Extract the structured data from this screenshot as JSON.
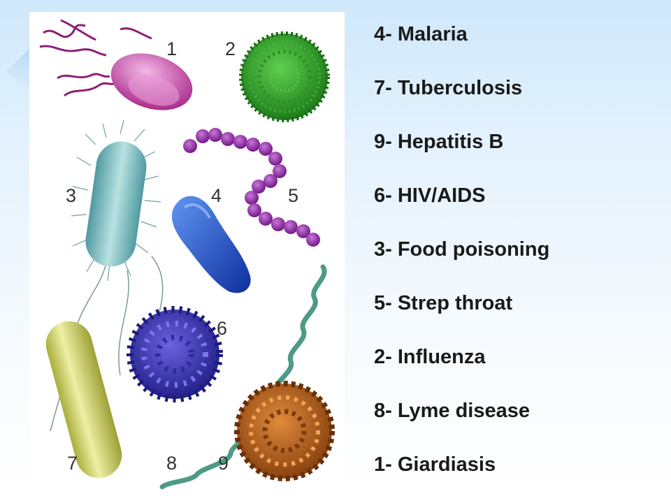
{
  "figure": {
    "numbers": [
      "1",
      "2",
      "3",
      "4",
      "5",
      "6",
      "7",
      "8",
      "9"
    ]
  },
  "legend": {
    "items": [
      "4- Malaria",
      "7- Tuberculosis",
      "9- Hepatitis B",
      "6- HIV/AIDS",
      "3- Food poisoning",
      "5- Strep throat",
      "2- Influenza",
      "8- Lyme disease",
      "1- Giardiasis"
    ]
  },
  "colors": {
    "giardia": "#c23a9c",
    "influenza": "#2f9e2a",
    "ecoli": "#6fb5b7",
    "plasmodium": "#2050c8",
    "streptococcus": "#8e2fa0",
    "hiv": "#3a38b8",
    "tuberculosis": "#cfd26a",
    "borrelia": "#4d9a86",
    "hepatitis": "#c06a1e"
  }
}
